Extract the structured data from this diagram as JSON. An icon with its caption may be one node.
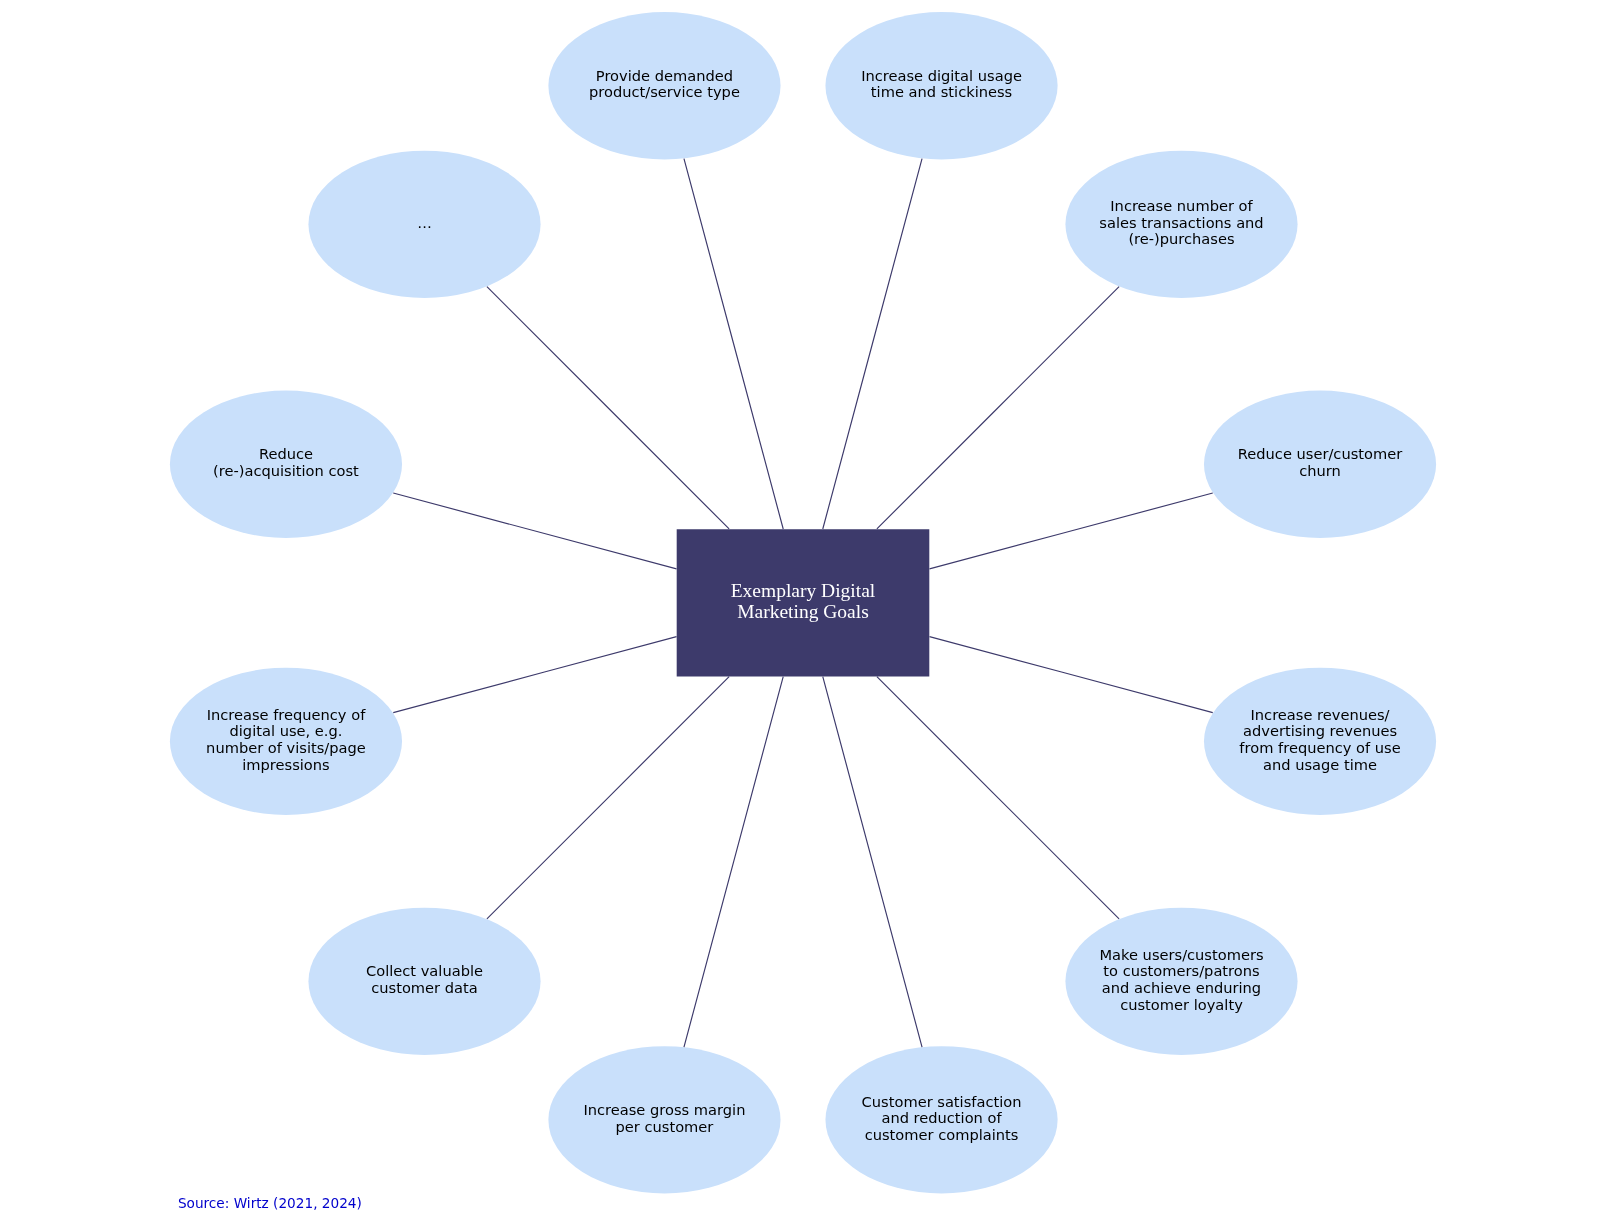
{
  "diagram": {
    "caption": "Source: Wirtz (2021, 2024)",
    "nodes": [
      {
        "text": [
          "Exemplary Digital Marketing Goals"
        ]
      },
      {
        "text": [
          "Reduce user/customer churn"
        ]
      },
      {
        "text": [
          "Increase number of sales transactions and (re-)purchases"
        ]
      },
      {
        "text": [
          "Increase digital usage time and stickiness"
        ]
      },
      {
        "text": [
          "Provide demanded product/service type"
        ]
      },
      {
        "text": [
          "…"
        ]
      },
      {
        "text": [
          "Reduce (re-)acquisition cost"
        ]
      },
      {
        "text": [
          "Increase frequency of digital use, e.g. number of visits/page impressions"
        ]
      },
      {
        "text": [
          "Collect valuable customer data"
        ]
      },
      {
        "text": [
          "Increase gross margin per customer"
        ]
      },
      {
        "text": [
          "Customer satisfaction and reduction of customer complaints"
        ]
      },
      {
        "text": [
          "Make users/customers to customers/patrons and achieve enduring customer loyalty"
        ]
      },
      {
        "text": [
          "Increase revenues/ advertising revenues from frequency of use and usage time"
        ]
      }
    ],
    "edges": [
      {
        "from": 0,
        "to": 1,
        "arrow": "none"
      },
      {
        "from": 0,
        "to": 2,
        "arrow": "none"
      },
      {
        "from": 0,
        "to": 3,
        "arrow": "none"
      },
      {
        "from": 0,
        "to": 4,
        "arrow": "none"
      },
      {
        "from": 0,
        "to": 5,
        "arrow": "none"
      },
      {
        "from": 0,
        "to": 6,
        "arrow": "none"
      },
      {
        "from": 0,
        "to": 7,
        "arrow": "none"
      },
      {
        "from": 0,
        "to": 8,
        "arrow": "none"
      },
      {
        "from": 0,
        "to": 9,
        "arrow": "none"
      },
      {
        "from": 0,
        "to": 10,
        "arrow": "none"
      },
      {
        "from": 0,
        "to": 11,
        "arrow": "none"
      },
      {
        "from": 0,
        "to": 12,
        "arrow": "none"
      }
    ]
  }
}
